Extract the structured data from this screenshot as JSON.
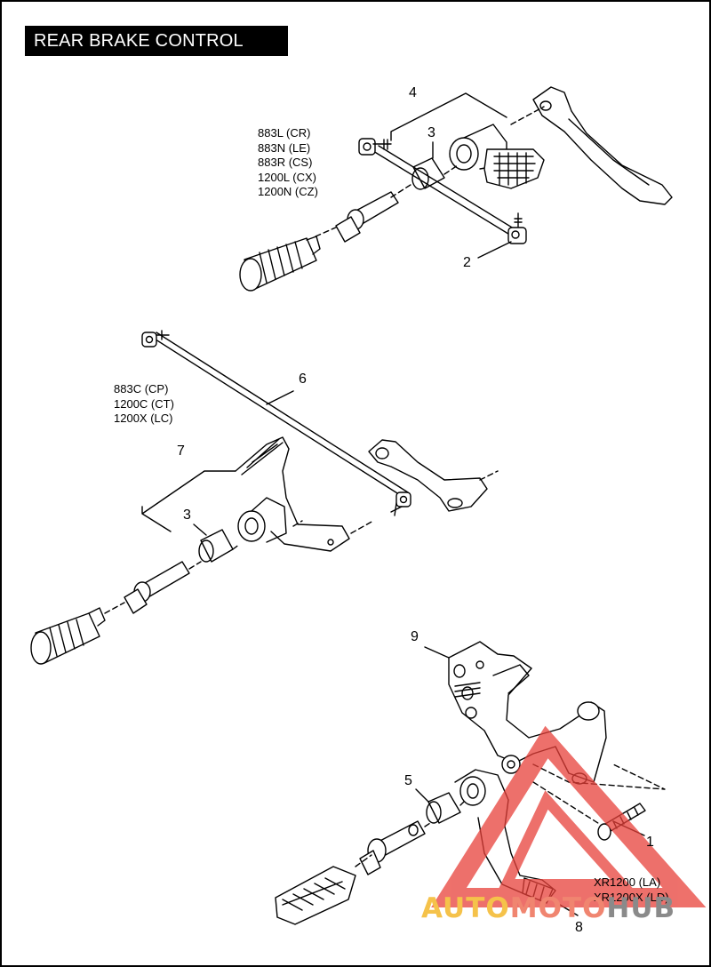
{
  "title": "REAR BRAKE CONTROL",
  "model_groups": {
    "top": [
      "883L (CR)",
      "883N (LE)",
      "883R (CS)",
      "1200L (CX)",
      "1200N (CZ)"
    ],
    "middle": [
      "883C (CP)",
      "1200C (CT)",
      "1200X (LC)"
    ],
    "bottom": [
      "XR1200 (LA)",
      "XR1200X (LD)"
    ]
  },
  "callouts": {
    "c4_top": "4",
    "c3_top": "3",
    "c2": "2",
    "c6": "6",
    "c7": "7",
    "c3_mid": "3",
    "c9": "9",
    "c5": "5",
    "c1": "1",
    "c8": "8"
  },
  "watermark": {
    "part1": "AUTO",
    "part2": "MOTO",
    "part3": "HUB"
  },
  "colors": {
    "title_bg": "#000000",
    "watermark_red": "#e8413a",
    "watermark_yellow": "#f5c24a",
    "watermark_gray": "#8a8a8a"
  }
}
